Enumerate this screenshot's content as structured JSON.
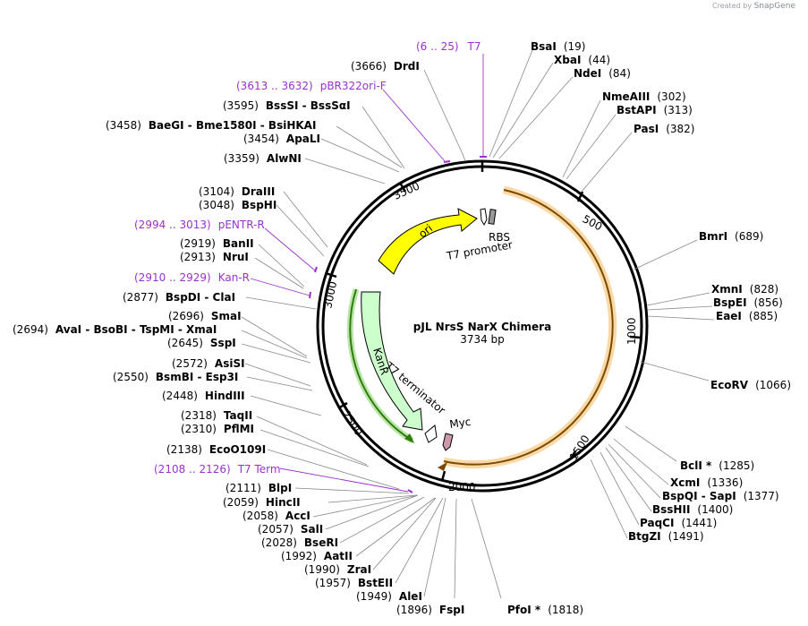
{
  "credit": {
    "prefix": "Created by",
    "brand": "SnapGene"
  },
  "plasmid": {
    "name": "pJL NrsS NarX Chimera",
    "length_label": "3734 bp",
    "length": 3734
  },
  "tick_labels": [
    "500",
    "1000",
    "1500",
    "2000",
    "2500",
    "3000",
    "3500"
  ],
  "features": [
    {
      "name": "ori",
      "start": 3680,
      "end": 3120,
      "color": "#ffff00",
      "type": "arrow"
    },
    {
      "name": "KanR",
      "start": 3050,
      "end": 2240,
      "color": "#ccffcc",
      "type": "arrow"
    },
    {
      "name": "T7 promoter",
      "start": 6,
      "end": 25,
      "color": "#ffffff",
      "type": "small"
    },
    {
      "name": "RBS",
      "start": 60,
      "end": 70,
      "color": "#999999",
      "type": "small"
    },
    {
      "name": "T7 terminator",
      "start": 2175,
      "end": 2130,
      "color": "#ffffff",
      "type": "small"
    },
    {
      "name": "Myc",
      "start": 2060,
      "end": 2040,
      "color": "#cc99aa",
      "type": "small"
    }
  ],
  "inner_labels": {
    "ori": "ori",
    "kanr": "KanR",
    "t7promoter": "T7 promoter",
    "rbs": "RBS",
    "t7terminator": "T7 terminator",
    "myc": "Myc"
  },
  "sites": [
    {
      "name": "T7",
      "pos": "(6 .. 25)",
      "purple": true
    },
    {
      "name": "DrdI",
      "pos": "(3666)"
    },
    {
      "name": "pBR322ori-F",
      "pos": "(3613 .. 3632)",
      "purple": true
    },
    {
      "name": "BssSI  -  BssSαI",
      "pos": "(3595)"
    },
    {
      "name": "BaeGI  -  Bme1580I  -  BsiHKAI",
      "pos": "(3458)"
    },
    {
      "name": "ApaLI",
      "pos": "(3454)"
    },
    {
      "name": "AlwNI",
      "pos": "(3359)"
    },
    {
      "name": "DraIII",
      "pos": "(3104)"
    },
    {
      "name": "BspHI",
      "pos": "(3048)"
    },
    {
      "name": "pENTR-R",
      "pos": "(2994 .. 3013)",
      "purple": true
    },
    {
      "name": "BanII",
      "pos": "(2919)"
    },
    {
      "name": "NruI",
      "pos": "(2913)"
    },
    {
      "name": "Kan-R",
      "pos": "(2910 .. 2929)",
      "purple": true
    },
    {
      "name": "BspDI  -  ClaI",
      "pos": "(2877)"
    },
    {
      "name": "SmaI",
      "pos": "(2696)"
    },
    {
      "name": "AvaI  -  BsoBI  -  TspMI  -  XmaI",
      "pos": "(2694)"
    },
    {
      "name": "SspI",
      "pos": "(2645)"
    },
    {
      "name": "AsiSI",
      "pos": "(2572)"
    },
    {
      "name": "BsmBI  -  Esp3I",
      "pos": "(2550)"
    },
    {
      "name": "HindIII",
      "pos": "(2448)"
    },
    {
      "name": "TaqII",
      "pos": "(2318)"
    },
    {
      "name": "PflMI",
      "pos": "(2310)"
    },
    {
      "name": "EcoO109I",
      "pos": "(2138)"
    },
    {
      "name": "T7 Term",
      "pos": "(2108 .. 2126)",
      "purple": true
    },
    {
      "name": "BlpI",
      "pos": "(2111)"
    },
    {
      "name": "HincII",
      "pos": "(2059)"
    },
    {
      "name": "AccI",
      "pos": "(2058)"
    },
    {
      "name": "SalI",
      "pos": "(2057)"
    },
    {
      "name": "BseRI",
      "pos": "(2028)"
    },
    {
      "name": "AatII",
      "pos": "(1992)"
    },
    {
      "name": "ZraI",
      "pos": "(1990)"
    },
    {
      "name": "BstEII",
      "pos": "(1957)"
    },
    {
      "name": "AleI",
      "pos": "(1949)"
    },
    {
      "name": "FspI",
      "pos": "(1896)"
    },
    {
      "name": "PfoI *",
      "pos": "(1818)"
    },
    {
      "name": "BsaI",
      "pos": "(19)"
    },
    {
      "name": "XbaI",
      "pos": "(44)"
    },
    {
      "name": "NdeI",
      "pos": "(84)"
    },
    {
      "name": "NmeAIII",
      "pos": "(302)"
    },
    {
      "name": "BstAPI",
      "pos": "(313)"
    },
    {
      "name": "PasI",
      "pos": "(382)"
    },
    {
      "name": "BmrI",
      "pos": "(689)"
    },
    {
      "name": "XmnI",
      "pos": "(828)"
    },
    {
      "name": "BspEI",
      "pos": "(856)"
    },
    {
      "name": "EaeI",
      "pos": "(885)"
    },
    {
      "name": "EcoRV",
      "pos": "(1066)"
    },
    {
      "name": "BclI *",
      "pos": "(1285)"
    },
    {
      "name": "XcmI",
      "pos": "(1336)"
    },
    {
      "name": "BspQI  -  SapI",
      "pos": "(1377)"
    },
    {
      "name": "BssHII",
      "pos": "(1400)"
    },
    {
      "name": "PaqCI",
      "pos": "(1441)"
    },
    {
      "name": "BtgZI",
      "pos": "(1491)"
    }
  ],
  "colors": {
    "backbone": "#000000",
    "orange_feature": "#f5a623",
    "purple": "#9933cc",
    "leader": "#888888"
  }
}
